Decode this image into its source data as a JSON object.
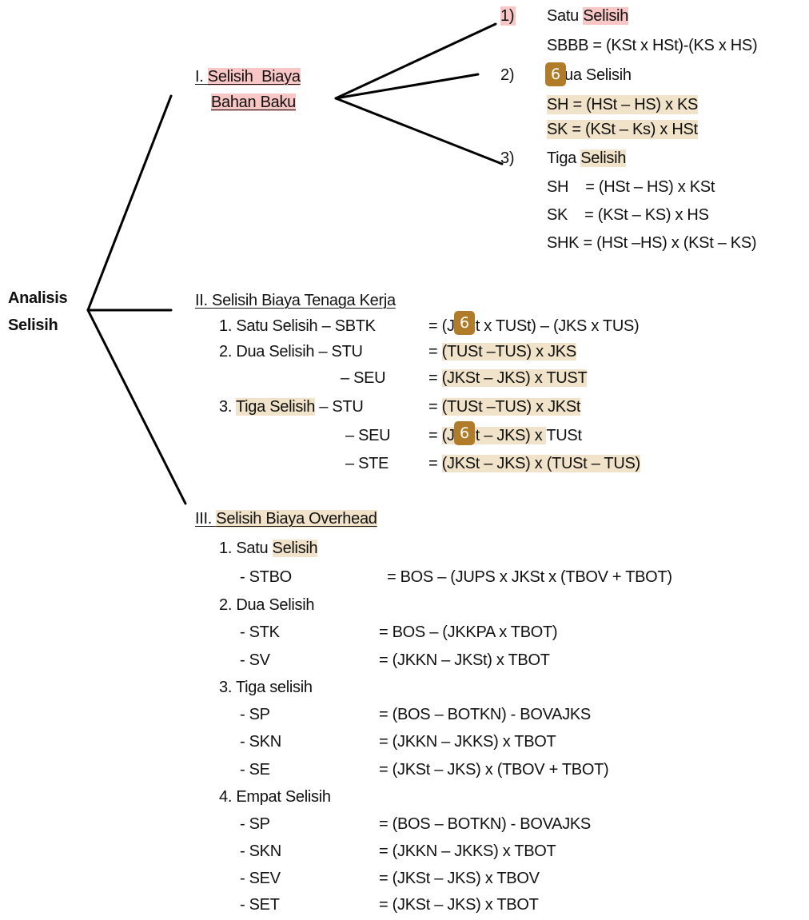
{
  "root": {
    "line1": "Analisis",
    "line2": "Selisih"
  },
  "sec1": {
    "title1a": "I. ",
    "title1b": "Selisih  Biaya",
    "title2": "Bahan Baku",
    "m1": {
      "num": "1)",
      "title_a": "Satu ",
      "title_b": "Selisih",
      "formula": "SBBB = (KSt x HSt)-(KS x HS)"
    },
    "m2": {
      "num": "2)",
      "title": "ua Selisih",
      "f1": "SH = (HSt – HS) x KS",
      "f2": "SK = (KSt – Ks) x HSt"
    },
    "m3": {
      "num": "3)",
      "title_a": "Tiga ",
      "title_b": "Selisih",
      "f1": "SH    = (HSt – HS) x KSt",
      "f2": "SK    = (KSt – KS) x HS",
      "f3": "SHK = (HSt –HS) x (KSt – KS)"
    }
  },
  "sec2": {
    "title": "II. Selisih Biaya Tenaga Kerja",
    "r1_label": "1. Satu Selisih – SBTK",
    "r1_eq": "= ",
    "r1_formula": "(JKSt x TUSt) – (JKS x TUS)",
    "r2_label": "2. Dua Selisih – STU",
    "r2_eq": "= ",
    "r2_formula": "(TUSt –TUS) x JKS",
    "r3_label": "– SEU",
    "r3_eq": "= ",
    "r3_formula": "(JKSt – JKS) x TUST",
    "r4_num": "3. ",
    "r4_label": "Tiga Selisih",
    "r4_rest": " – STU",
    "r4_eq": "= ",
    "r4_formula": "(TUSt –TUS) x JKSt",
    "r5_label": "– SEU",
    "r5_eq": "= ",
    "r5_formula": "(JKSt – JKS) x ",
    "r5_formula2": "TUSt",
    "r6_label": "– STE",
    "r6_eq": "= ",
    "r6_formula": "(JKSt – JKS) x (TUSt – TUS)"
  },
  "sec3": {
    "title_a": "III. ",
    "title_b": "Selisih Biaya Overhead",
    "g1_a": "1. Satu ",
    "g1_b": "Selisih",
    "g1_r1_l": "- STBO",
    "g1_r1_f": "= BOS – (JUPS x JKSt x (TBOV + TBOT)",
    "g2": "2. Dua Selisih",
    "g2_r1_l": "- STK",
    "g2_r1_f": "= BOS – (JKKPA x TBOT)",
    "g2_r2_l": "- SV",
    "g2_r2_f": "= (JKKN – JKSt) x TBOT",
    "g3": "3. Tiga selisih",
    "g3_r1_l": "- SP",
    "g3_r1_f": "= (BOS – BOTKN) - BOVAJKS",
    "g3_r2_l": "- SKN",
    "g3_r2_f": "= (JKKN – JKKS) x TBOT",
    "g3_r3_l": "- SE",
    "g3_r3_f": "= (JKSt – JKS) x (TBOV + TBOT)",
    "g4": "4. Empat Selisih",
    "g4_r1_l": "- SP",
    "g4_r1_f": "= (BOS – BOTKN) - BOVAJKS",
    "g4_r2_l": "- SKN",
    "g4_r2_f": "= (JKKN – JKKS) x TBOT",
    "g4_r3_l": "- SEV",
    "g4_r3_f": "= (JKSt – JKS) x TBOV",
    "g4_r4_l": "- SET",
    "g4_r4_f": "= (JKSt – JKS) x TBOT"
  },
  "badges": {
    "b1": "6",
    "b2": "6",
    "b3": "6"
  },
  "colors": {
    "highlight_pink": "#f9c6c6",
    "highlight_tan": "#f1e3c9",
    "badge": "#b07c2a",
    "lines": "#000000"
  }
}
